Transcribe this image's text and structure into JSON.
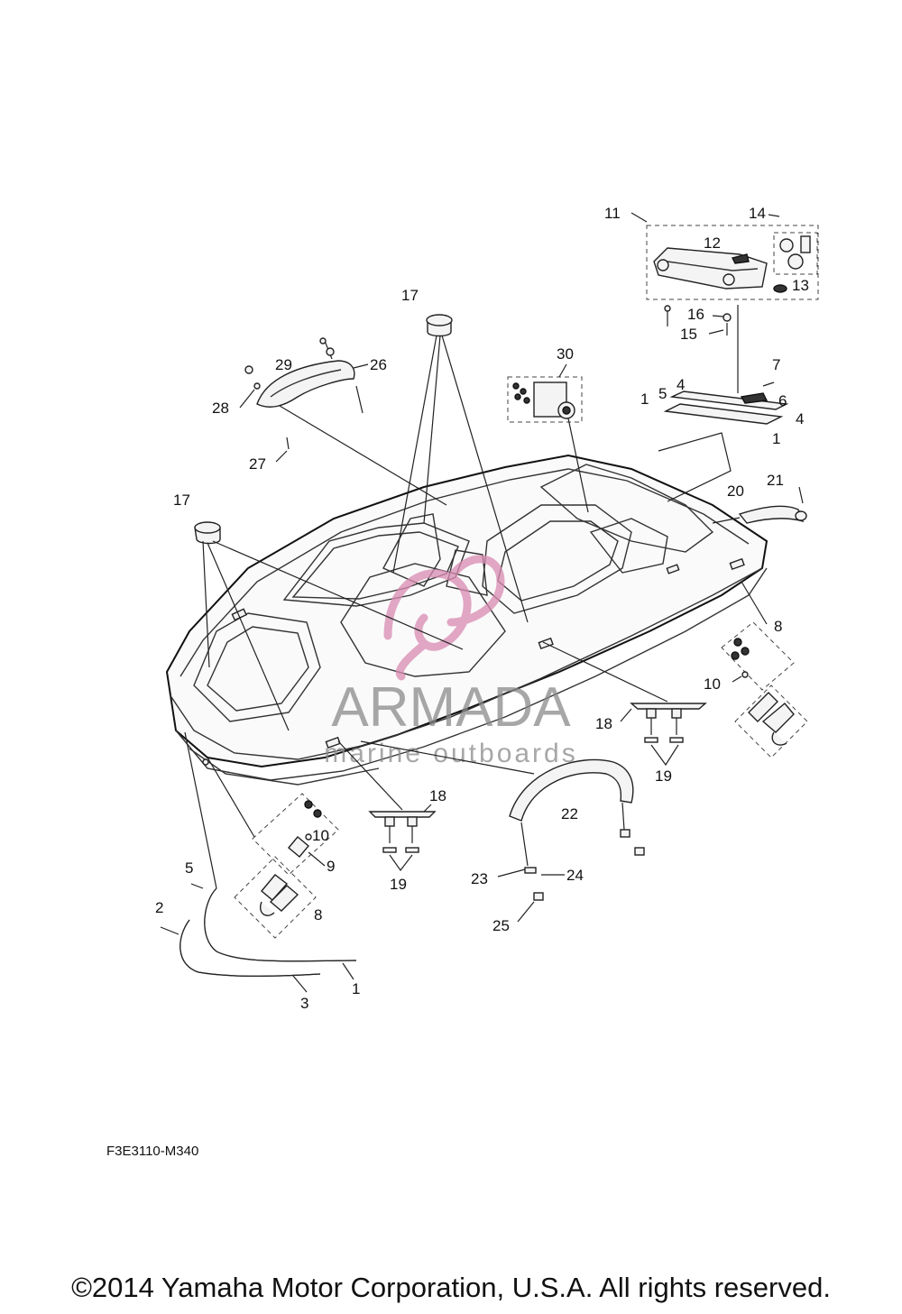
{
  "diagram": {
    "reference_code": "F3E3110-M340",
    "copyright": "©2014 Yamaha Motor Corporation, U.S.A. All rights reserved.",
    "watermark": {
      "brand": "ARMADA",
      "tagline": "marine outboards",
      "color": "#d98bb3"
    },
    "callouts": {
      "c1a": "1",
      "c1b": "1",
      "c1c": "1",
      "c2": "2",
      "c3": "3",
      "c4a": "4",
      "c4b": "4",
      "c5a": "5",
      "c5b": "5",
      "c6": "6",
      "c7": "7",
      "c8a": "8",
      "c8b": "8",
      "c9": "9",
      "c10a": "10",
      "c10b": "10",
      "c11": "11",
      "c12": "12",
      "c13": "13",
      "c14": "14",
      "c15": "15",
      "c16": "16",
      "c17a": "17",
      "c17b": "17",
      "c18a": "18",
      "c18b": "18",
      "c19a": "19",
      "c19b": "19",
      "c20": "20",
      "c21": "21",
      "c22": "22",
      "c23": "23",
      "c24": "24",
      "c25": "25",
      "c26": "26",
      "c27": "27",
      "c28": "28",
      "c29": "29",
      "c30": "30"
    }
  }
}
